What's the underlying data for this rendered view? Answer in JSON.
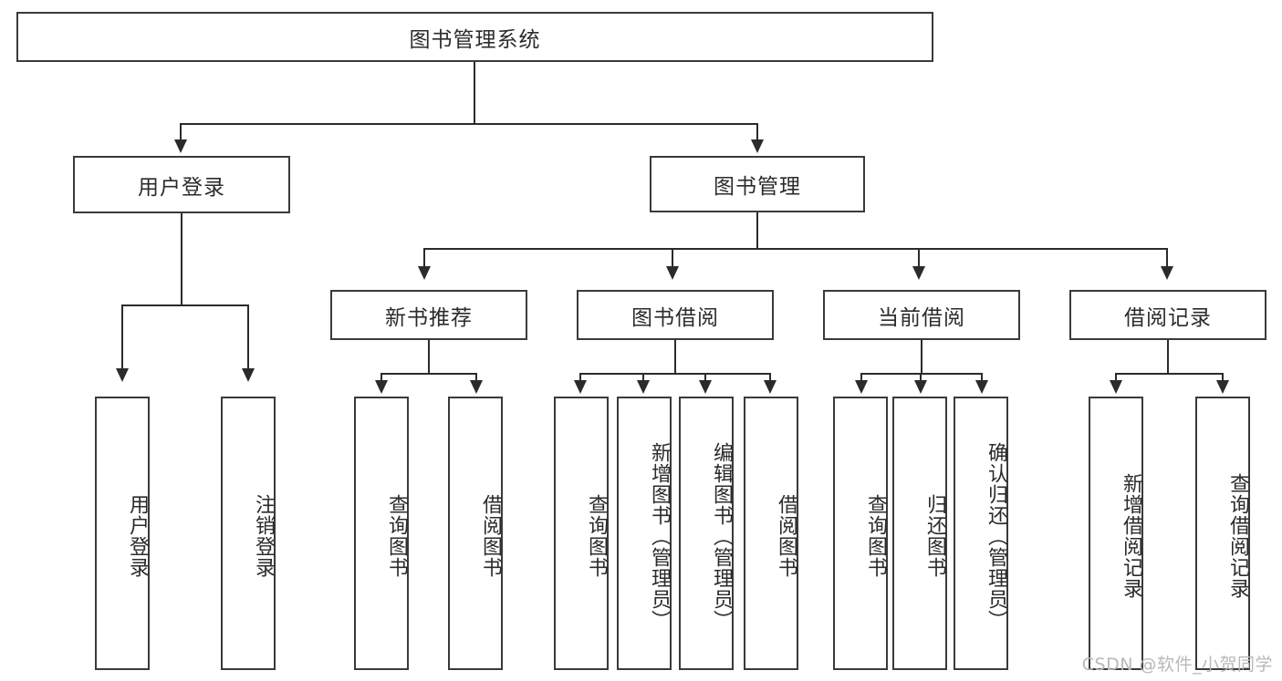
{
  "diagram": {
    "title": "图书管理系统",
    "type": "tree-hierarchy",
    "watermark": "CSDN @软件_小贺同学",
    "colors": {
      "stroke": "#2b2b2b",
      "box_border": "#3a3a3a",
      "background": "#ffffff",
      "watermark": "#b9b9b9"
    },
    "root": {
      "label": "图书管理系统"
    },
    "level2": [
      {
        "label": "用户登录"
      },
      {
        "label": "图书管理"
      }
    ],
    "level3": [
      {
        "label": "新书推荐"
      },
      {
        "label": "图书借阅"
      },
      {
        "label": "当前借阅"
      },
      {
        "label": "借阅记录"
      }
    ],
    "leaves": {
      "user_login": [
        {
          "label": "用户登录"
        },
        {
          "label": "注销登录"
        }
      ],
      "new_book_recommend": [
        {
          "label": "查询图书"
        },
        {
          "label": "借阅图书"
        }
      ],
      "book_borrow": [
        {
          "label": "查询图书"
        },
        {
          "label": "新增图书（管理员）"
        },
        {
          "label": "编辑图书（管理员）"
        },
        {
          "label": "借阅图书"
        }
      ],
      "current_borrow": [
        {
          "label": "查询图书"
        },
        {
          "label": "归还图书"
        },
        {
          "label": "确认归还（管理员）"
        }
      ],
      "borrow_record": [
        {
          "label": "新增借阅记录"
        },
        {
          "label": "查询借阅记录"
        }
      ]
    }
  }
}
